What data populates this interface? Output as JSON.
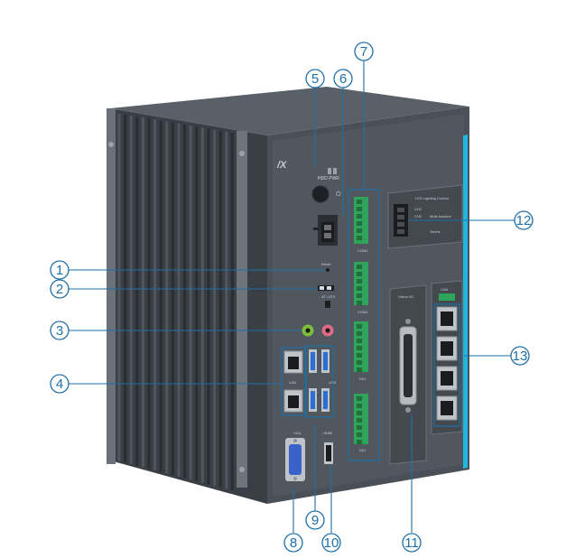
{
  "product": {
    "logo_text": "/X",
    "port_labels": {
      "hdd_pwr": "HDD  PWR",
      "reset": "Reset",
      "at_atx": "AT / ATX",
      "com1": "COM1",
      "com2": "COM2",
      "dio_top": "DIO",
      "dio_bottom": "DIO",
      "lan": "LAN",
      "usb": "USB",
      "vga": "VGA",
      "hdmi": "HDMI",
      "vision_io": "Vision I/O",
      "can": "CAN",
      "led_title": "LED Lighting Control",
      "led_ch1": "CH1",
      "led_ch2": "CH2",
      "led_mode1": "Multi-function",
      "led_mode2": "Strobe"
    }
  },
  "callouts": [
    "1",
    "2",
    "3",
    "4",
    "5",
    "6",
    "7",
    "8",
    "9",
    "10",
    "11",
    "12",
    "13"
  ],
  "colors": {
    "callout": "#1e6fa8",
    "body_dark": "#4a5057",
    "body_side": "#3b4046",
    "terminal_green": "#2fa35a",
    "usb_blue": "#2a6fd6",
    "vga_blue": "#3a62c8",
    "accent_stripe": "#1fb6e0"
  }
}
